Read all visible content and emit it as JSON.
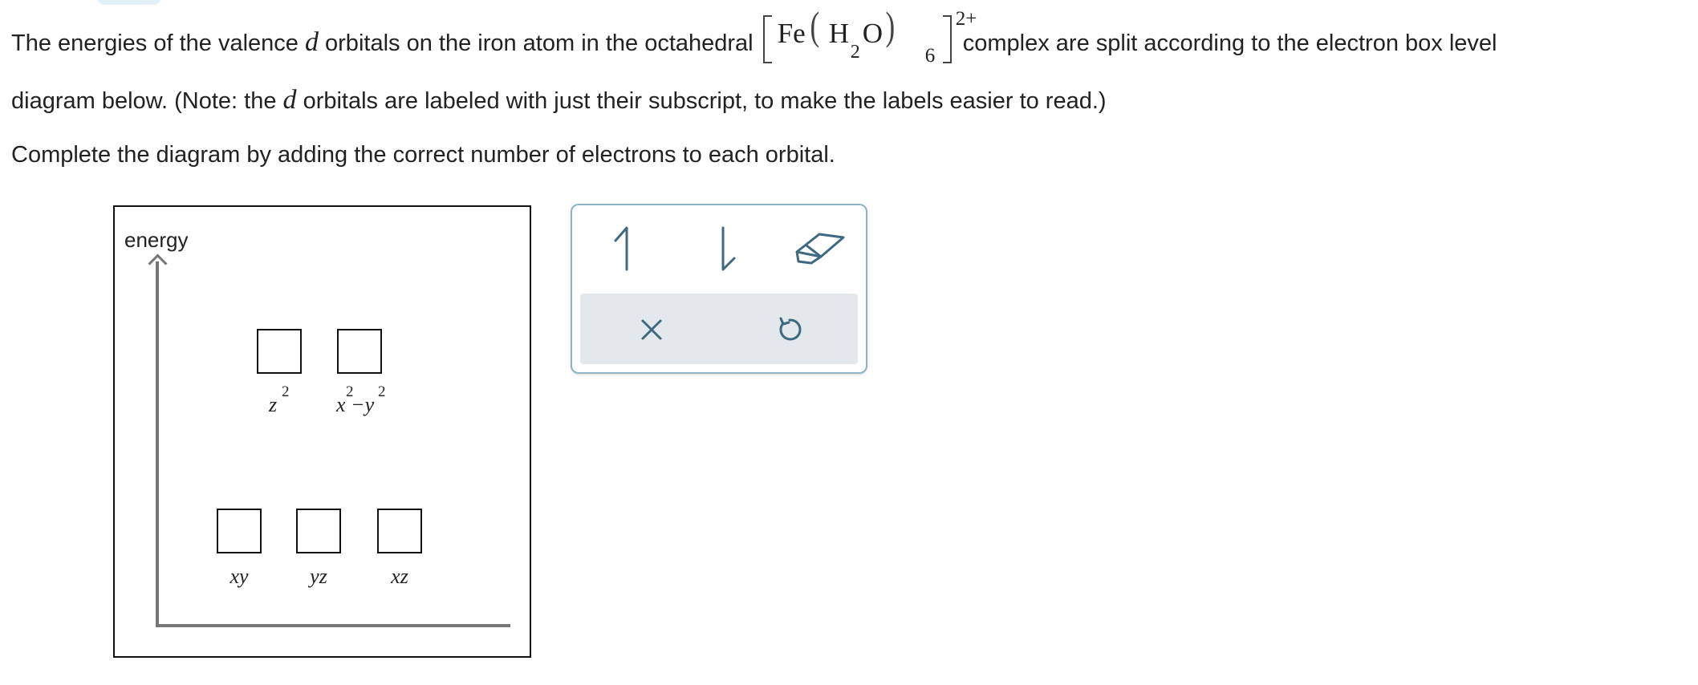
{
  "question": {
    "line1_before": "The energies of the valence ",
    "d_symbol": "d",
    "line1_middle": " orbitals on the iron atom in the octahedral ",
    "formula": {
      "metal": "Fe",
      "ligand_h": "H",
      "ligand_h_subscript": "2",
      "ligand_o": "O",
      "ligand_count": "6",
      "charge": "2+"
    },
    "line1_after": " complex are split according to the electron box level",
    "line2_before": "diagram below. (Note: the ",
    "line2_after": " orbitals are labeled with just their subscript, to make the labels easier to read.)",
    "line3": "Complete the diagram by adding the correct number of electrons to each orbital."
  },
  "diagram": {
    "axis_label": "energy",
    "upper_orbitals": [
      {
        "label": "z",
        "superscript": "2"
      },
      {
        "label": "x −y",
        "superscript_1": "2",
        "superscript_2": "2"
      }
    ],
    "lower_orbitals": [
      {
        "label": "xy"
      },
      {
        "label": "yz"
      },
      {
        "label": "xz"
      }
    ]
  },
  "toolbox": {
    "tools": [
      "spin-up-arrow-icon",
      "spin-down-arrow-icon",
      "eraser-icon"
    ],
    "actions": [
      "close-icon",
      "undo-icon"
    ],
    "icon_color": "#3d6a80"
  }
}
